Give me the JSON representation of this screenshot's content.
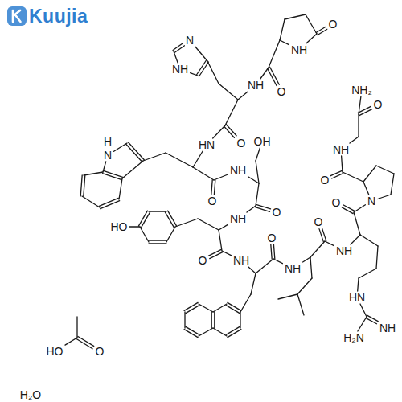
{
  "diagram": {
    "labels": [
      "Kuujia",
      "O",
      "NH",
      "N",
      "NH",
      "NH",
      "O",
      "O",
      "HN",
      "H",
      "N",
      "OH",
      "O",
      "NH",
      "O",
      "HO",
      "NH",
      "O",
      "NH",
      "O",
      "NH",
      "O",
      "NH",
      "O",
      "N",
      "O",
      "NH",
      "O",
      "NH₂",
      "HN",
      "NH",
      "H₂N",
      "HO",
      "O",
      "H₂O"
    ]
  }
}
